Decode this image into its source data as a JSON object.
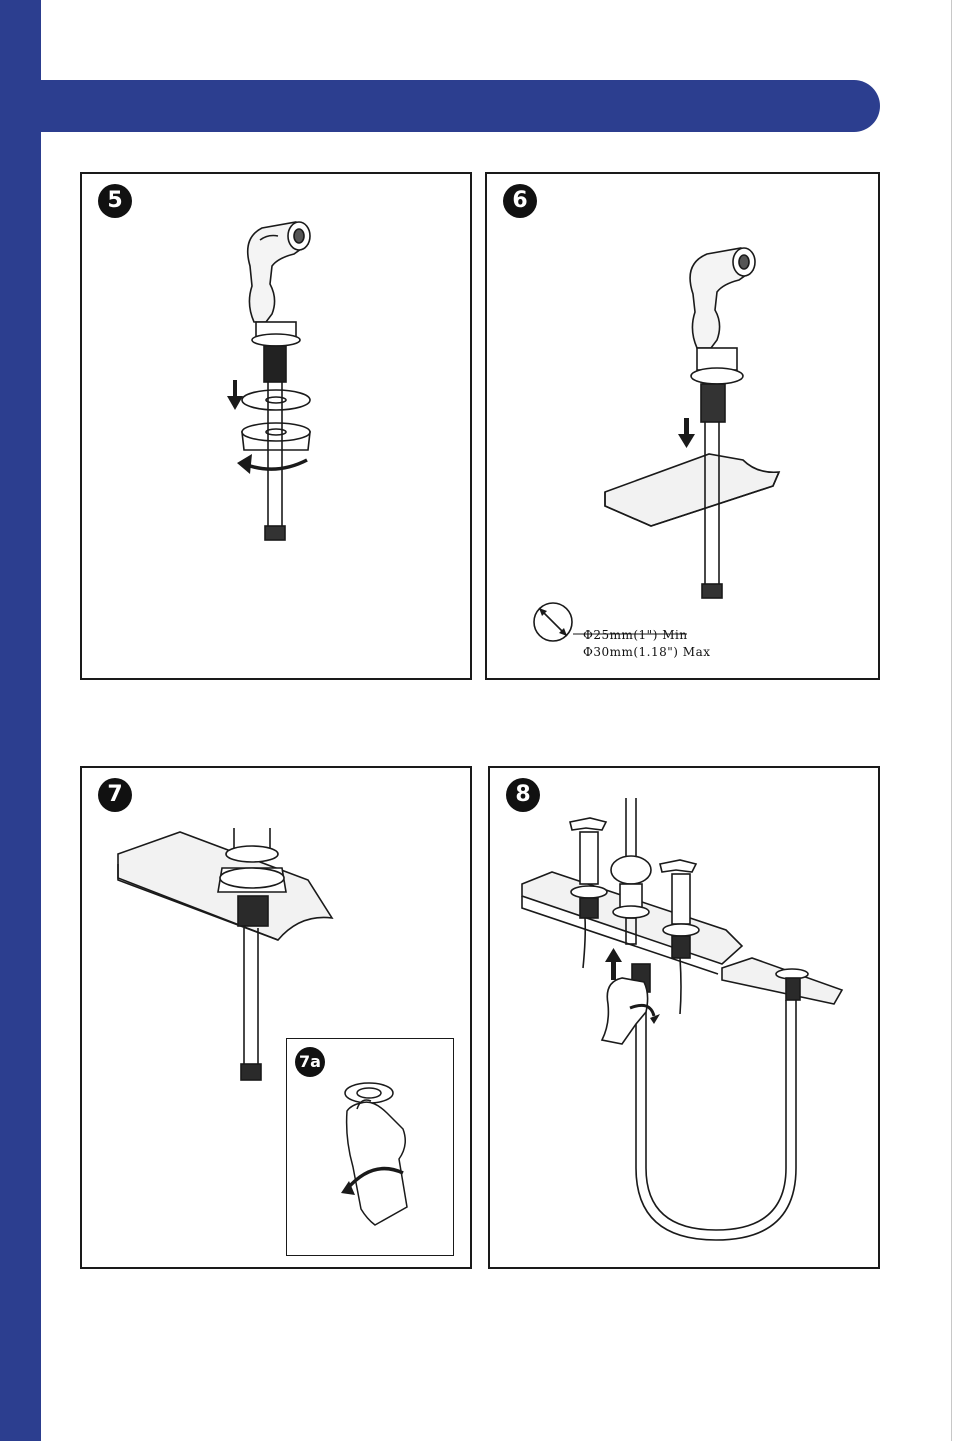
{
  "colors": {
    "brand": "#2c3e8f",
    "line": "#1a1a1a"
  },
  "steps": [
    {
      "number": "5"
    },
    {
      "number": "6",
      "hole_min": "Φ25mm(1\") Min",
      "hole_max": "Φ30mm(1.18\") Max"
    },
    {
      "number": "7",
      "inset_label": "7a"
    },
    {
      "number": "8"
    }
  ],
  "icons": [
    "arrow-down-icon",
    "arrow-up-icon",
    "rotate-arrow-icon",
    "hole-diameter-icon"
  ]
}
